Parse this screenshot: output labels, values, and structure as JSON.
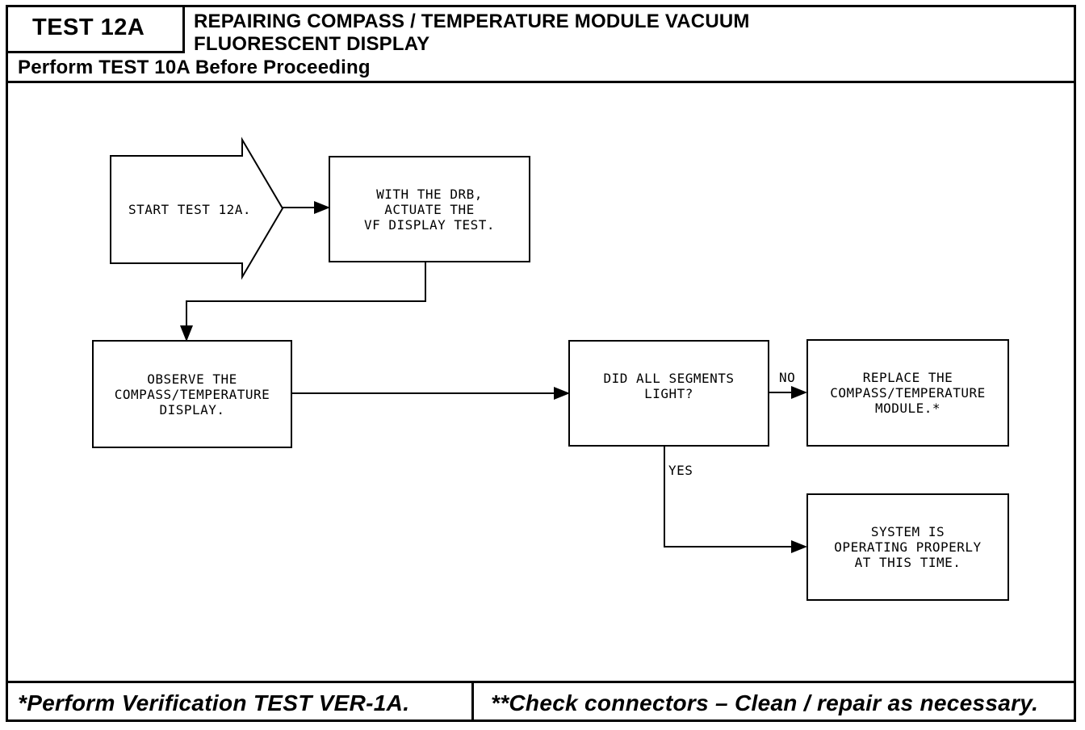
{
  "header": {
    "test_id": "TEST 12A",
    "title_line1": "REPAIRING COMPASS / TEMPERATURE MODULE VACUUM",
    "title_line2": "FLUORESCENT DISPLAY",
    "prerequisite": "Perform TEST 10A Before Proceeding"
  },
  "flow": {
    "start": "START TEST 12A.",
    "step_actuate": "WITH THE DRB,\nACTUATE THE\nVF DISPLAY TEST.",
    "step_observe": "OBSERVE THE\nCOMPASS/TEMPERATURE\nDISPLAY.",
    "decision": "DID ALL SEGMENTS\nLIGHT?",
    "no_label": "NO",
    "yes_label": "YES",
    "result_replace": "REPLACE THE\nCOMPASS/TEMPERATURE\nMODULE.*",
    "result_ok": "SYSTEM IS\nOPERATING PROPERLY\nAT THIS TIME."
  },
  "footer": {
    "left_note": "*Perform Verification TEST VER-1A.",
    "right_note": "**Check connectors – Clean / repair as necessary."
  }
}
